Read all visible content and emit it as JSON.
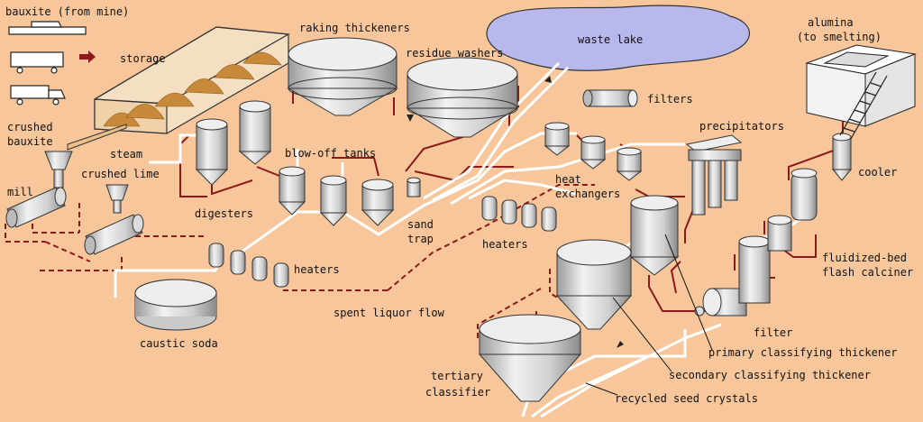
{
  "labels": {
    "bauxite": "bauxite (from mine)",
    "storage": "storage",
    "crushed_bauxite_1": "crushed",
    "crushed_bauxite_2": "bauxite",
    "steam": "steam",
    "mill": "mill",
    "crushed_lime": "crushed lime",
    "digesters": "digesters",
    "raking_thickeners": "raking thickeners",
    "residue_washers": "residue washers",
    "waste_lake": "waste lake",
    "filters": "filters",
    "blow_off_tanks": "blow-off tanks",
    "sand_trap_1": "sand",
    "sand_trap_2": "trap",
    "heat_exchangers_1": "heat",
    "heat_exchangers_2": "exchangers",
    "heaters_right": "heaters",
    "heaters_left": "heaters",
    "precipitators": "precipitators",
    "alumina_1": "alumina",
    "alumina_2": "(to smelting)",
    "cooler": "cooler",
    "fluidized_1": "fluidized-bed",
    "fluidized_2": "flash calciner",
    "filter": "filter",
    "spent_liquor": "spent liquor flow",
    "caustic_soda": "caustic soda",
    "primary": "primary classifying thickener",
    "secondary": "secondary classifying thickener",
    "tertiary_1": "tertiary",
    "tertiary_2": "classifier",
    "recycled": "recycled seed crystals"
  },
  "colors": {
    "background": "#f7c79b",
    "pipe": "#ffffff",
    "flow_line": "#8b1a1a",
    "equipment": "#d9d9d9",
    "waste_lake": "#b8b8ec"
  }
}
